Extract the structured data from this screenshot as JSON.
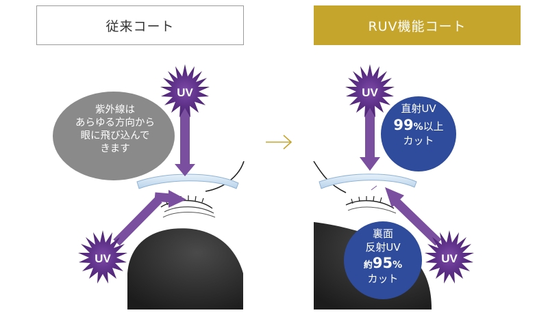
{
  "panels": {
    "left": {
      "label": "従来コート"
    },
    "right": {
      "label": "RUV機能コート"
    }
  },
  "uv_label": "UV",
  "left_callout": {
    "line1": "紫外線は",
    "line2": "あらゆる方向から",
    "line3": "眼に飛び込んで",
    "line4": "きます"
  },
  "direct_uv_callout": {
    "line1": "直射UV",
    "value": "99",
    "percent": "%",
    "suffix": "以上",
    "line3": "カット"
  },
  "back_uv_callout": {
    "line1": "裏面",
    "line2": "反射UV",
    "prefix": "約",
    "value": "95",
    "percent": "%",
    "line4": "カット"
  },
  "colors": {
    "gold": "#c6a52c",
    "purple": "#7b4fa0",
    "uv_burst": "#6a3a8f",
    "gray_bubble": "#8a8a8a",
    "blue_bubble": "#2e4c9b",
    "lens": "#cfe3f3",
    "head": "#2b2b2b"
  }
}
